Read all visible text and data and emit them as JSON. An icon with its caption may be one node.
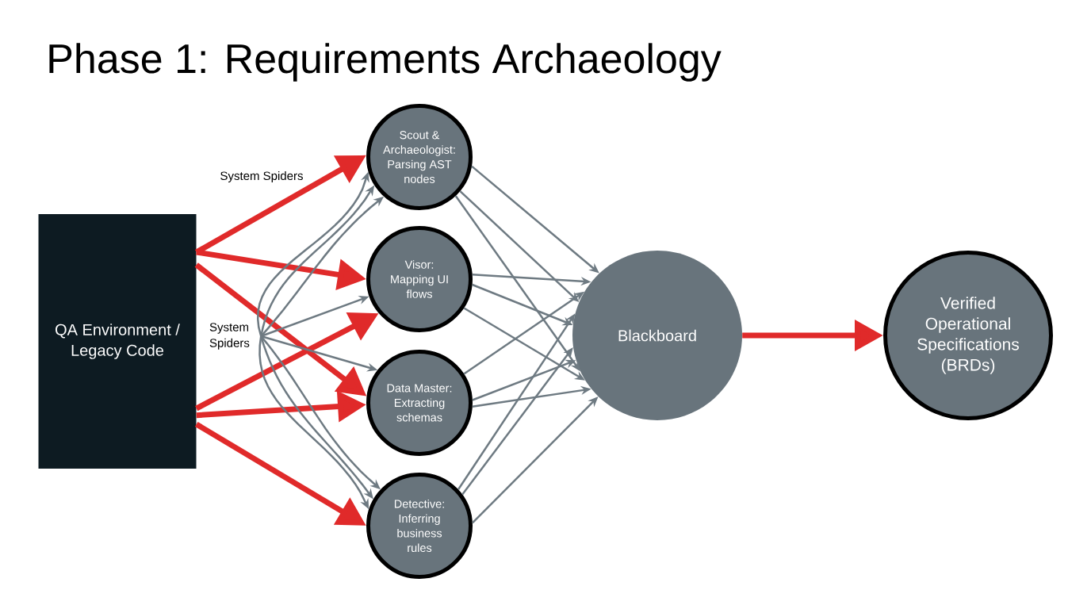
{
  "diagram": {
    "title": "Phase 1: Requirements Archaeology",
    "nodes": [
      {
        "text": [
          "QA Environment / Legacy Code"
        ]
      },
      {
        "text": [
          "System Spiders"
        ]
      },
      {
        "text": [
          "Scout & Archaeologist: Parsing AST nodes"
        ]
      },
      {
        "text": [
          "Visor: Mapping UI flows"
        ]
      },
      {
        "text": [
          "Data Master: Extracting schemas"
        ]
      },
      {
        "text": [
          "Detective: Inferring business rules"
        ]
      },
      {
        "text": [
          "Blackboard"
        ]
      },
      {
        "text": [
          "Verified Operational Specifications (BRDs)"
        ]
      }
    ],
    "edges": [
      {
        "from": 0,
        "to": 2,
        "arrow": "to",
        "label": "System Spiders",
        "style": "thick",
        "color": "#e02a2a"
      },
      {
        "from": 0,
        "to": 3,
        "arrow": "to",
        "style": "thick",
        "color": "#e02a2a"
      },
      {
        "from": 0,
        "to": 4,
        "arrow": "to",
        "style": "thick",
        "color": "#e02a2a"
      },
      {
        "from": 0,
        "to": 3,
        "arrow": "to",
        "style": "thick",
        "color": "#e02a2a"
      },
      {
        "from": 0,
        "to": 4,
        "arrow": "to",
        "style": "thick",
        "color": "#e02a2a"
      },
      {
        "from": 0,
        "to": 5,
        "arrow": "to",
        "style": "thick",
        "color": "#e02a2a"
      },
      {
        "from": 1,
        "to": 2,
        "arrow": "to"
      },
      {
        "from": 1,
        "to": 2,
        "arrow": "to"
      },
      {
        "from": 1,
        "to": 2,
        "arrow": "to"
      },
      {
        "from": 1,
        "to": 3,
        "arrow": "to"
      },
      {
        "from": 1,
        "to": 4,
        "arrow": "to"
      },
      {
        "from": 1,
        "to": 5,
        "arrow": "to"
      },
      {
        "from": 1,
        "to": 5,
        "arrow": "to"
      },
      {
        "from": 1,
        "to": 5,
        "arrow": "to"
      },
      {
        "from": 2,
        "to": 6,
        "arrow": "to"
      },
      {
        "from": 2,
        "to": 6,
        "arrow": "to"
      },
      {
        "from": 2,
        "to": 6,
        "arrow": "to"
      },
      {
        "from": 3,
        "to": 6,
        "arrow": "to"
      },
      {
        "from": 3,
        "to": 6,
        "arrow": "to"
      },
      {
        "from": 3,
        "to": 6,
        "arrow": "to"
      },
      {
        "from": 4,
        "to": 6,
        "arrow": "to"
      },
      {
        "from": 4,
        "to": 6,
        "arrow": "to"
      },
      {
        "from": 4,
        "to": 6,
        "arrow": "to"
      },
      {
        "from": 5,
        "to": 6,
        "arrow": "to"
      },
      {
        "from": 5,
        "to": 6,
        "arrow": "to"
      },
      {
        "from": 5,
        "to": 6,
        "arrow": "to"
      },
      {
        "from": 6,
        "to": 7,
        "arrow": "to",
        "style": "thick",
        "color": "#e02a2a"
      }
    ]
  }
}
